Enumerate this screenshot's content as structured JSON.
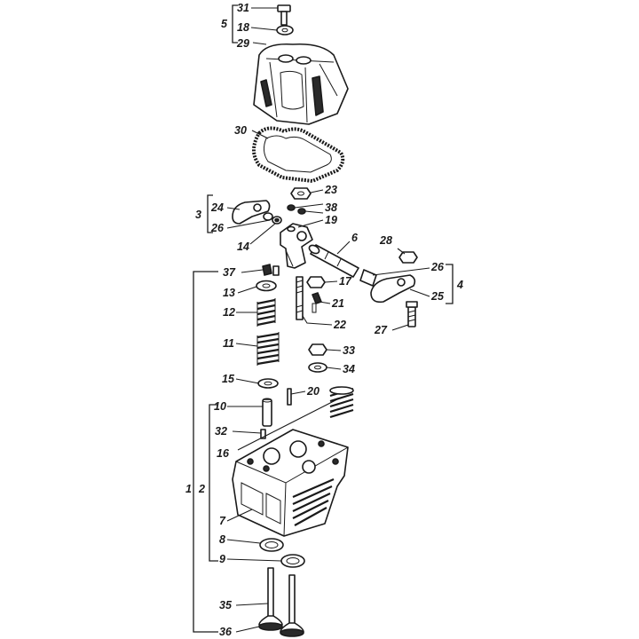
{
  "labels": {
    "l1": "1",
    "l2": "2",
    "l3": "3",
    "l4": "4",
    "l5": "5",
    "l6": "6",
    "l7": "7",
    "l8": "8",
    "l9": "9",
    "l10": "10",
    "l11": "11",
    "l12": "12",
    "l13": "13",
    "l14": "14",
    "l15": "15",
    "l16": "16",
    "l17": "17",
    "l18": "18",
    "l19": "19",
    "l20": "20",
    "l21": "21",
    "l22": "22",
    "l23": "23",
    "l24": "24",
    "l25": "25",
    "l26a": "26",
    "l26b": "26",
    "l27": "27",
    "l28": "28",
    "l29": "29",
    "l30": "30",
    "l31": "31",
    "l32": "32",
    "l33": "33",
    "l34": "34",
    "l35": "35",
    "l36": "36",
    "l37": "37",
    "l38": "38"
  }
}
